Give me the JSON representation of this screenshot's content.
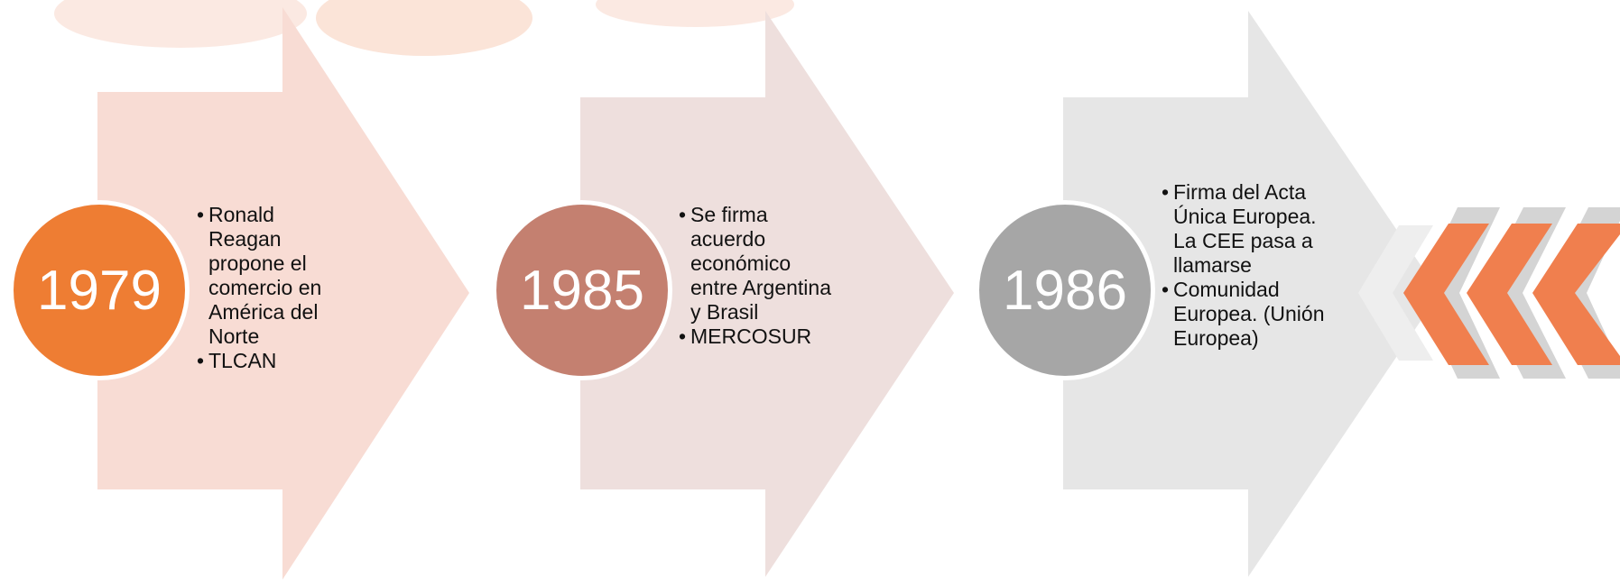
{
  "colors": {
    "arrow1": "#f8dcd4",
    "arrow2": "#eedfdd",
    "arrow3": "#e6e6e6",
    "circle1": "#ee7d33",
    "circle2": "#c48070",
    "circle3": "#a6a6a6",
    "chevron_orange": "#f07f4e",
    "chevron_gray": "#d4d4d4"
  },
  "timeline": [
    {
      "year": "1979",
      "bullets": [
        "Ronald Reagan propone el comercio en América del Norte",
        "TLCAN"
      ]
    },
    {
      "year": "1985",
      "bullets": [
        "Se firma acuerdo económico entre Argentina y Brasil",
        "MERCOSUR"
      ]
    },
    {
      "year": "1986",
      "bullets": [
        "Firma del Acta Única Europea. La CEE pasa a llamarse",
        "Comunidad Europea. (Unión Europea)"
      ]
    }
  ]
}
